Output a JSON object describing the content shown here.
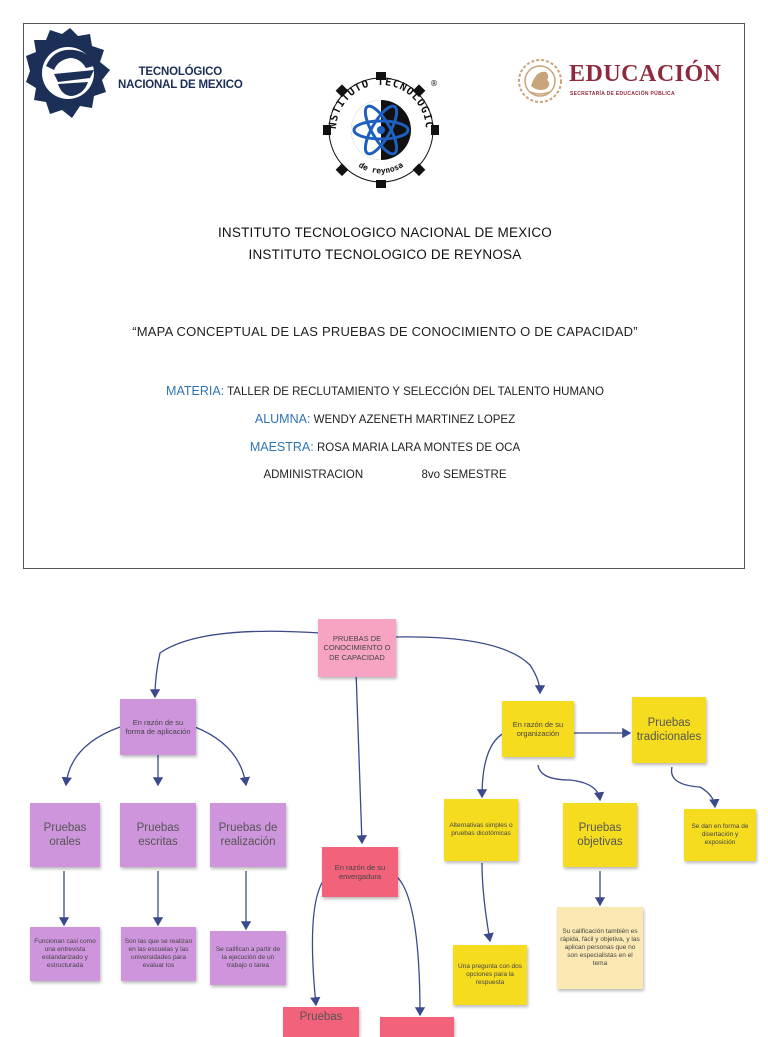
{
  "cover": {
    "tecnm_logo_text": [
      "TECNOLÓGICO",
      "NACIONAL DE MEXICO"
    ],
    "itr_logo": {
      "arc_top": "INSTITUTO TECNOLOGICO",
      "arc_bottom": "de reynosa",
      "registered": "®"
    },
    "sep_logo": {
      "title": "EDUCACIÓN",
      "subtitle": "SECRETARÍA DE EDUCACIÓN PÚBLICA"
    },
    "institution_1": "INSTITUTO TECNOLOGICO NACIONAL DE MEXICO",
    "institution_2": "INSTITUTO TECNOLOGICO DE REYNOSA",
    "work_title": "“MAPA CONCEPTUAL DE LAS PRUEBAS DE CONOCIMIENTO O DE CAPACIDAD”",
    "materia_label": "MATERIA:",
    "materia_value": "TALLER DE RECLUTAMIENTO Y SELECCIÓN DEL TALENTO HUMANO",
    "alumna_label": "ALUMNA:",
    "alumna_value": "WENDY AZENETH MARTINEZ LOPEZ",
    "maestra_label": "MAESTRA:",
    "maestra_value": "ROSA MARIA LARA MONTES DE OCA",
    "carrera": "ADMINISTRACION",
    "semestre": "8vo SEMESTRE",
    "colors": {
      "tecnm_blue": "#1b2f57",
      "sep_wine": "#8e2a3c",
      "label_blue": "#2e75b6"
    }
  },
  "concept_map": {
    "root": "PRUEBAS DE CONOCIMIENTO O DE CAPACIDAD",
    "by_application": "En razón de su forma de aplicación",
    "orales": "Pruebas orales",
    "escritas": "Pruebas escritas",
    "realizacion": "Pruebas de realización",
    "orales_desc": "Funcionan casi como una entrevista estandarizado y estructurada",
    "escritas_desc": "Son las que se realizan en las escuelas y las universidades para evaluar los",
    "realizacion_desc": "Se califican a partir de la ejecución de un trabajo o tarea",
    "by_size": "En razón de su envergadura",
    "size_left": "Pruebas",
    "by_organization": "En razón de su organización",
    "tradicionales": "Pruebas tradicionales",
    "tradicionales_desc": "Se dan en forma de disertación y exposición",
    "alternativas": "Alternativas simples o pruebas dicotómicas",
    "alternativas_desc": "Una pregunta con dos opciones para la respuesta",
    "objetivas": "Pruebas objetivas",
    "objetivas_desc": "Su calificación también es rápida, fácil y objetiva, y las aplican personas que no son especialistas en el tema",
    "colors": {
      "pink": "#f6a3c4",
      "violet": "#cf95dc",
      "yellow": "#f6dc1f",
      "red": "#f2637b",
      "cream": "#fbe8b3",
      "arrow": "#3b4a8c"
    }
  }
}
